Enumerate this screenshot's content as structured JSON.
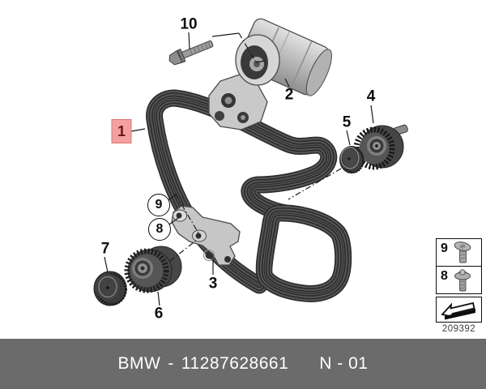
{
  "callouts": {
    "1": {
      "label": "1"
    },
    "2": {
      "label": "2"
    },
    "3": {
      "label": "3"
    },
    "4": {
      "label": "4"
    },
    "5": {
      "label": "5"
    },
    "6": {
      "label": "6"
    },
    "7": {
      "label": "7"
    },
    "10": {
      "label": "10"
    },
    "8_circled": {
      "label": "8"
    },
    "9_circled": {
      "label": "9"
    }
  },
  "legend": {
    "items": [
      {
        "label": "9",
        "icon": "countersunk-screw-icon"
      },
      {
        "label": "8",
        "icon": "flange-bolt-icon"
      }
    ],
    "direction_icon": "direction-arrow-icon",
    "diagram_number": "209392"
  },
  "footer": {
    "brand": "BMW",
    "separator": "-",
    "part_number": "11287628661",
    "page_code": "N - 01"
  },
  "colors": {
    "highlight_box": "#f2a1a1",
    "highlight_border": "#de7676",
    "highlight_text": "#6d1111",
    "footer_bar": "#6b6b6b",
    "belt_dark": "#2d2d2d",
    "belt_rib": "#595959",
    "metal_light": "#cccccc",
    "metal_dark": "#3f3f3f"
  }
}
